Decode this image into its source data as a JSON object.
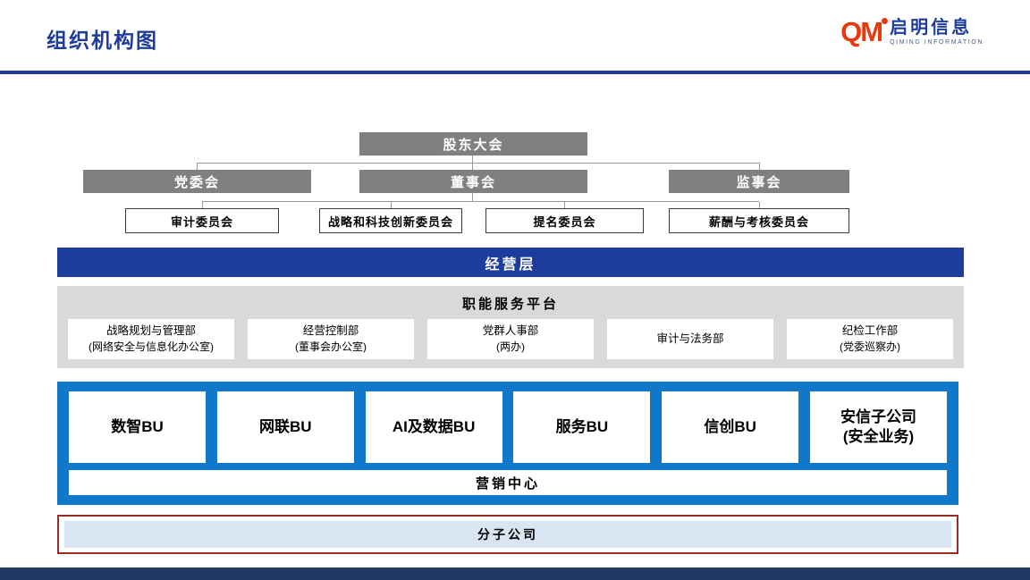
{
  "header": {
    "title": "组织机构图",
    "logo": {
      "mark": "QM",
      "brand_cn": "启明信息",
      "brand_en": "QIMING INFORMATION"
    }
  },
  "governance": {
    "shareholders": "股东大会",
    "party_committee": "党委会",
    "board": "董事会",
    "supervisory": "监事会",
    "committees": [
      "审计委员会",
      "战略和科技创新委员会",
      "提名委员会",
      "薪酬与考核委员会"
    ]
  },
  "management_layer": "经营层",
  "platform": {
    "title": "职能服务平台",
    "departments": [
      {
        "line1": "战略规划与管理部",
        "line2": "(网络安全与信息化办公室)"
      },
      {
        "line1": "经营控制部",
        "line2": "(董事会办公室)"
      },
      {
        "line1": "党群人事部",
        "line2": "(两办)"
      },
      {
        "line1": "审计与法务部",
        "line2": ""
      },
      {
        "line1": "纪检工作部",
        "line2": "(党委巡察办)"
      }
    ]
  },
  "business": {
    "units": [
      {
        "line1": "数智BU",
        "line2": ""
      },
      {
        "line1": "网联BU",
        "line2": ""
      },
      {
        "line1": "AI及数据BU",
        "line2": ""
      },
      {
        "line1": "服务BU",
        "line2": ""
      },
      {
        "line1": "信创BU",
        "line2": ""
      },
      {
        "line1": "安信子公司",
        "line2": "(安全业务)"
      }
    ],
    "marketing_center": "营销中心"
  },
  "subsidiaries": "分子公司",
  "colors": {
    "accent_blue": "#1E3C9B",
    "box_gray": "#808080",
    "panel_gray": "#D9D9D9",
    "bu_blue": "#1177C8",
    "subsidiary_border": "#9C2B21",
    "subsidiary_fill": "#D9E5F3",
    "footer_navy": "#1F3864",
    "logo_red": "#E8380D"
  }
}
